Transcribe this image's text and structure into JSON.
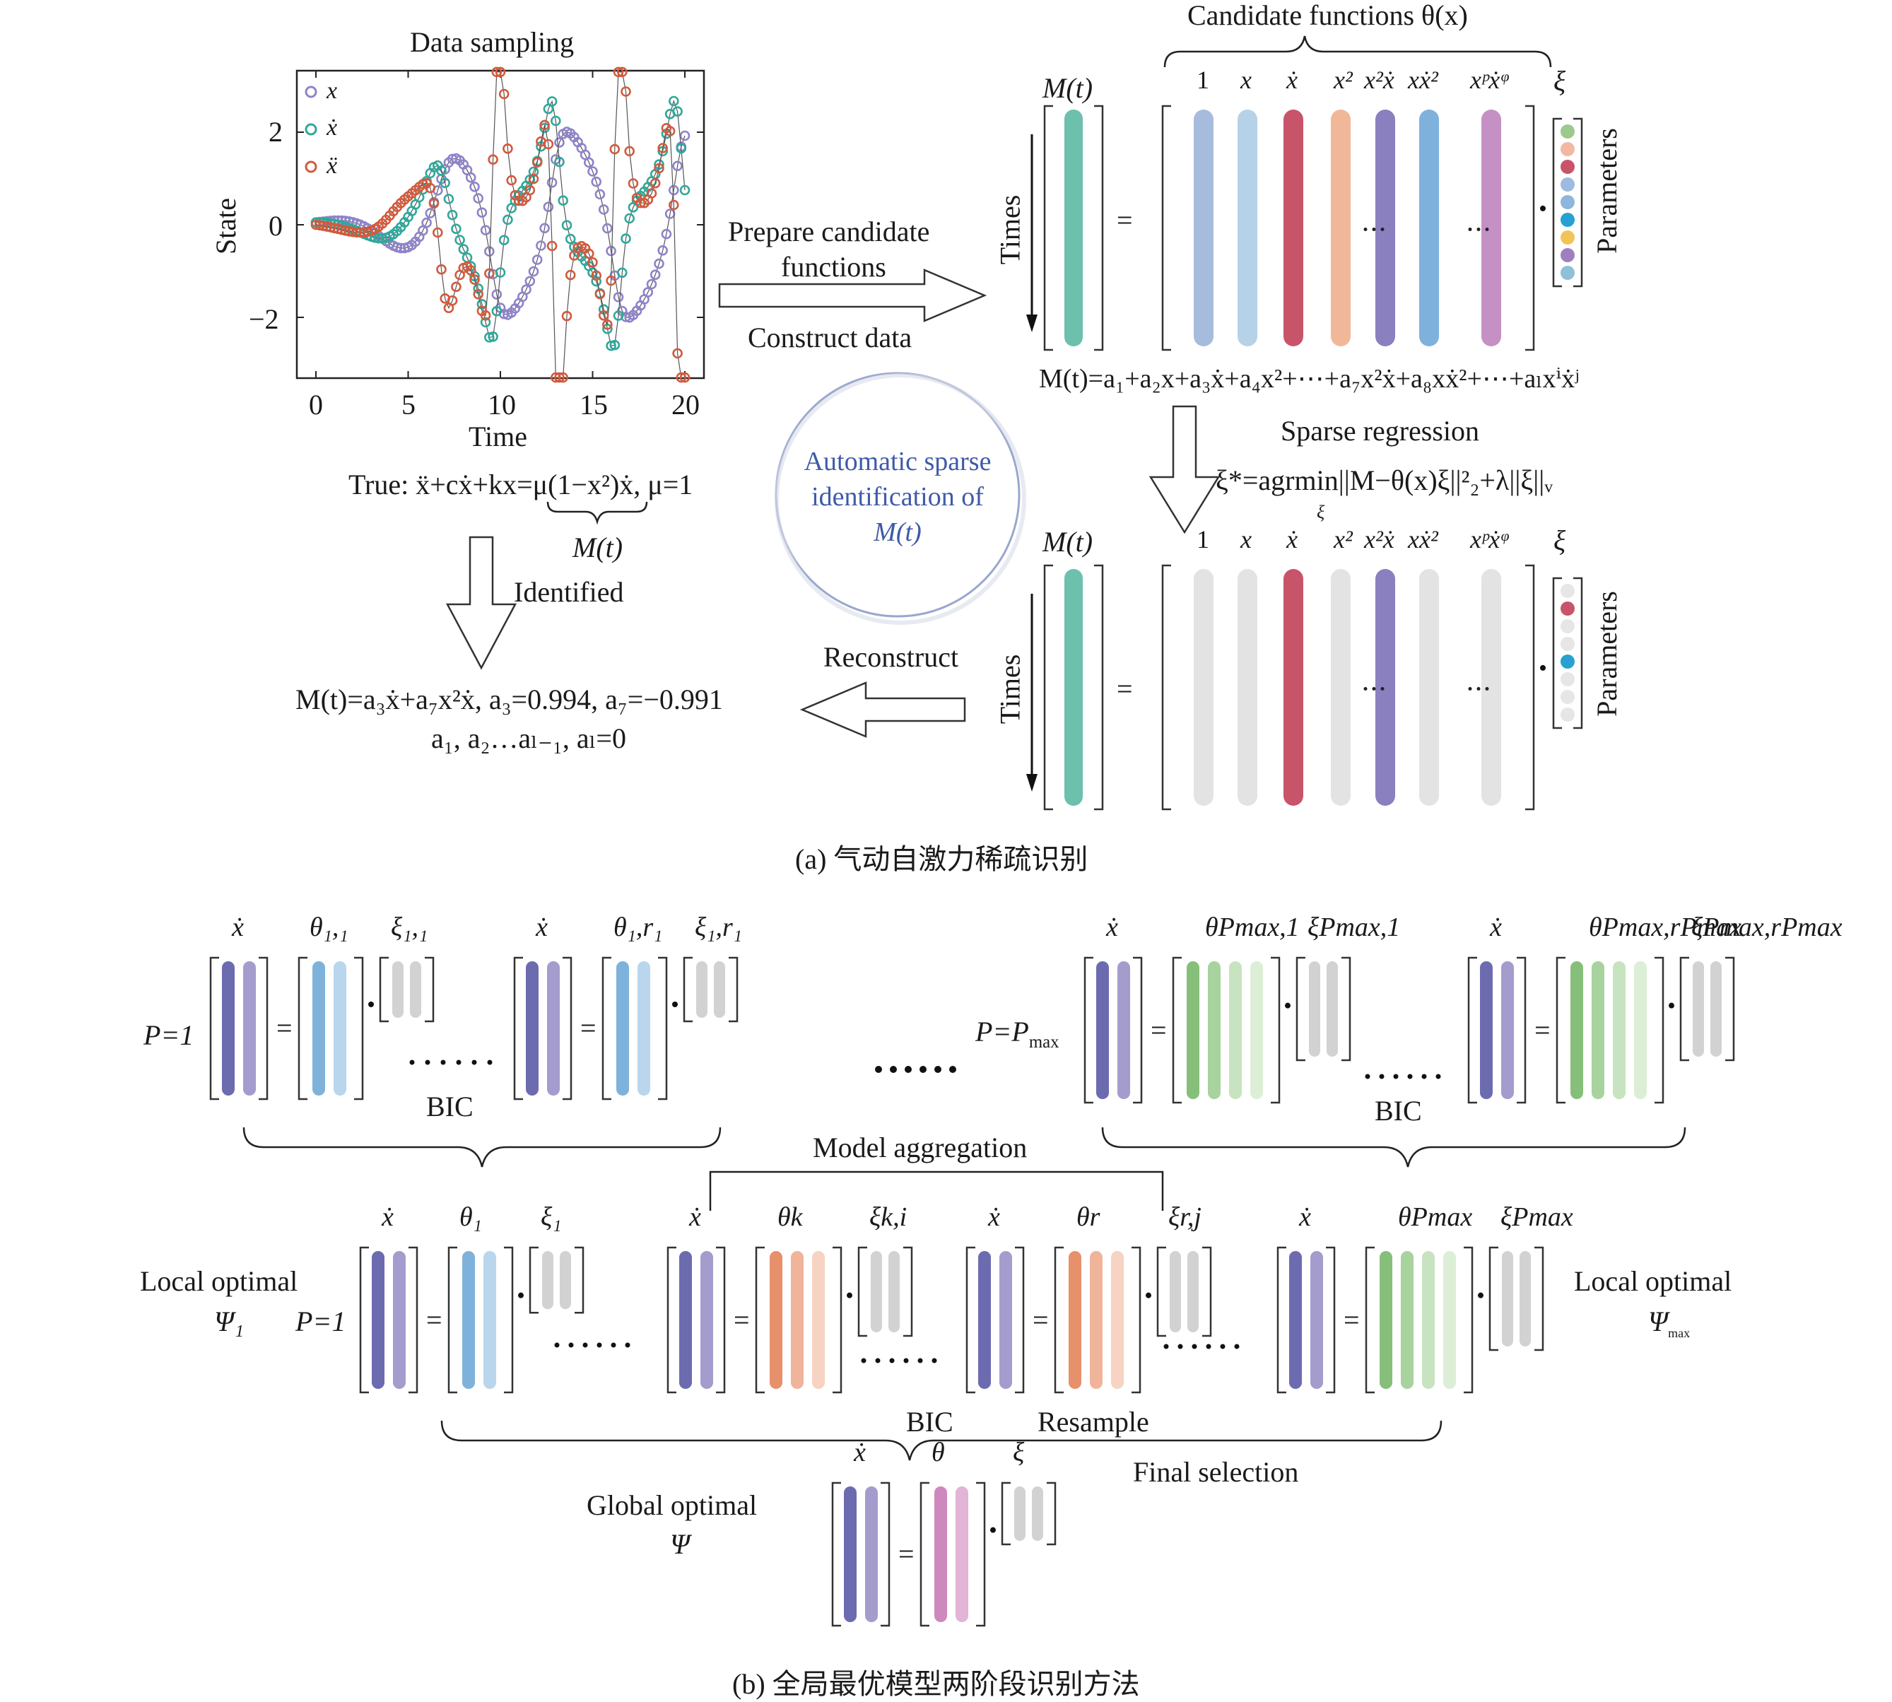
{
  "panel_a": {
    "plot": {
      "title": "Data sampling",
      "ylabel": "State",
      "xlabel": "Time",
      "xticks": [
        "0",
        "5",
        "10",
        "15",
        "20"
      ],
      "yticks": [
        "2",
        "0",
        "−2"
      ],
      "legend": [
        "x",
        "ẋ",
        "ẍ"
      ],
      "colors": {
        "x": "#8f83c9",
        "xdot": "#2fa89b",
        "xddot": "#d25a3e"
      }
    },
    "true_eq": "True: ẍ+cẋ+kx=μ(1−x²)ẋ, μ=1",
    "m_label": "M(t)",
    "identified_label": "Identified",
    "result_line1": "M(t)=a₃ẋ+a₇x²ẋ, a₃=0.994, a₇=−0.991",
    "result_line2": "a₁, a₂…aₗ₋₁, aₗ=0",
    "prepare_label1": "Prepare candidate",
    "prepare_label2": "functions",
    "construct_label": "Construct data",
    "reconstruct_label": "Reconstruct",
    "circle_line1": "Automatic sparse",
    "circle_line2": "identification of",
    "circle_line3": "M(t)",
    "candidate_title": "Candidate functions θ(x)",
    "mt_label": "M(t)",
    "times_label": "Times",
    "parameters_label": "Parameters",
    "xi_label": "ξ",
    "col_labels": [
      "1",
      "x",
      "ẋ",
      "x²",
      "x²ẋ",
      "xẋ²",
      "xᵖẋᵠ"
    ],
    "col_colors": [
      "#a7bcdc",
      "#b5d2e8",
      "#c8546a",
      "#f0b898",
      "#8a80bf",
      "#7fb1dd",
      "#c590c4"
    ],
    "param_colors_top": [
      "#9dc88e",
      "#f2b8a2",
      "#c8546a",
      "#9dbbe0",
      "#8fb6dc",
      "#27a0d2",
      "#f2c457",
      "#a07fc0",
      "#8fc0d8"
    ],
    "param_colors_bottom": [
      "#e6e6e6",
      "#c8546a",
      "#e6e6e6",
      "#e6e6e6",
      "#27a0d2",
      "#e6e6e6",
      "#e6e6e6",
      "#e6e6e6"
    ],
    "model_eq": "M(t)=a₁+a₂x+a₃ẋ+a₄x²+⋯+a₇x²ẋ+a₈xẋ²+⋯+aₗxⁱẋʲ",
    "sparse_label": "Sparse regression",
    "sparse_eq": "ξ*=agrmin||M−θ(x)ξ||²₂+λ||ξ||ᵥ",
    "sparse_sub": "ξ",
    "caption": "(a) 气动自激力稀疏识别"
  },
  "panel_b": {
    "p1": "P=1",
    "pmax_main": "P=P",
    "pmax_sub": "max",
    "bic": "BIC",
    "model_aggregation": "Model aggregation",
    "local_optimal": "Local optimal",
    "psi1": "Ψ₁",
    "psi_pmax": "Ψ",
    "resample": "Resample",
    "global_optimal": "Global optimal",
    "psi": "Ψ",
    "final_selection": "Final selection",
    "xdot": "ẋ",
    "theta": "θ",
    "xi": "ξ",
    "theta11": "θ₁,₁",
    "xi11": "ξ₁,₁",
    "theta1r1": "θ₁,r₁",
    "xi1r1": "ξ₁,r₁",
    "thetaPmax1": "θPmax,1",
    "xiPmax1": "ξPmax,1",
    "thetaPmaxr": "θPmax,rPmax",
    "xiPmaxr": "ξPmax,rPmax",
    "theta1": "θ₁",
    "xi1": "ξ₁",
    "thetak": "θk",
    "xiki": "ξk,i",
    "thetar": "θr",
    "xirj": "ξr,j",
    "thetaPmax": "θPmax",
    "xiPmax": "ξPmax",
    "colors": {
      "purple": "#6d6bb0",
      "lavender": "#a49ccd",
      "blue1": "#7eb2da",
      "blue2": "#b9d6ec",
      "green1": "#86bf7a",
      "green2": "#a8d29e",
      "green3": "#c8e3c0",
      "green4": "#dcefd6",
      "orange1": "#e7906c",
      "orange2": "#f0b49a",
      "orange3": "#f6d3c2",
      "pink1": "#cf88bd",
      "pink2": "#e2b4d6",
      "gray": "#d2d2d2"
    },
    "caption": "(b) 全局最优模型两阶段识别方法"
  }
}
